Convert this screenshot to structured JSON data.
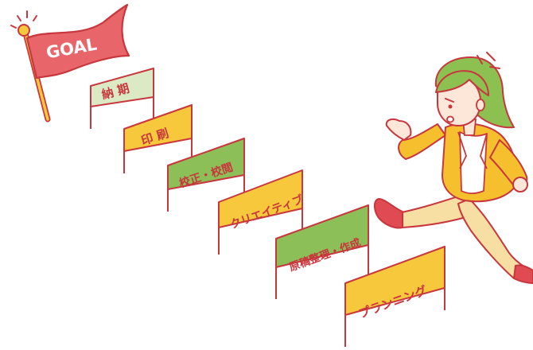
{
  "flag": {
    "label": "GOAL"
  },
  "hurdles": [
    {
      "label": "納 期"
    },
    {
      "label": "印 刷"
    },
    {
      "label": "校正・校閲"
    },
    {
      "label": "クリエイティブ"
    },
    {
      "label": "原稿整理・作成"
    },
    {
      "label": "プランニング"
    }
  ],
  "colors": {
    "outline": "#c8373d",
    "flag_fill": "#e8656a",
    "sign_green": "#8dbf58",
    "sign_yellow": "#f7c73c",
    "sign_pale_green": "#dbeac4",
    "hair": "#8cc152",
    "jacket": "#f6bf2e",
    "pants": "#f7dfa3",
    "skin": "#fde7d8",
    "shoes": "#e04a52"
  }
}
